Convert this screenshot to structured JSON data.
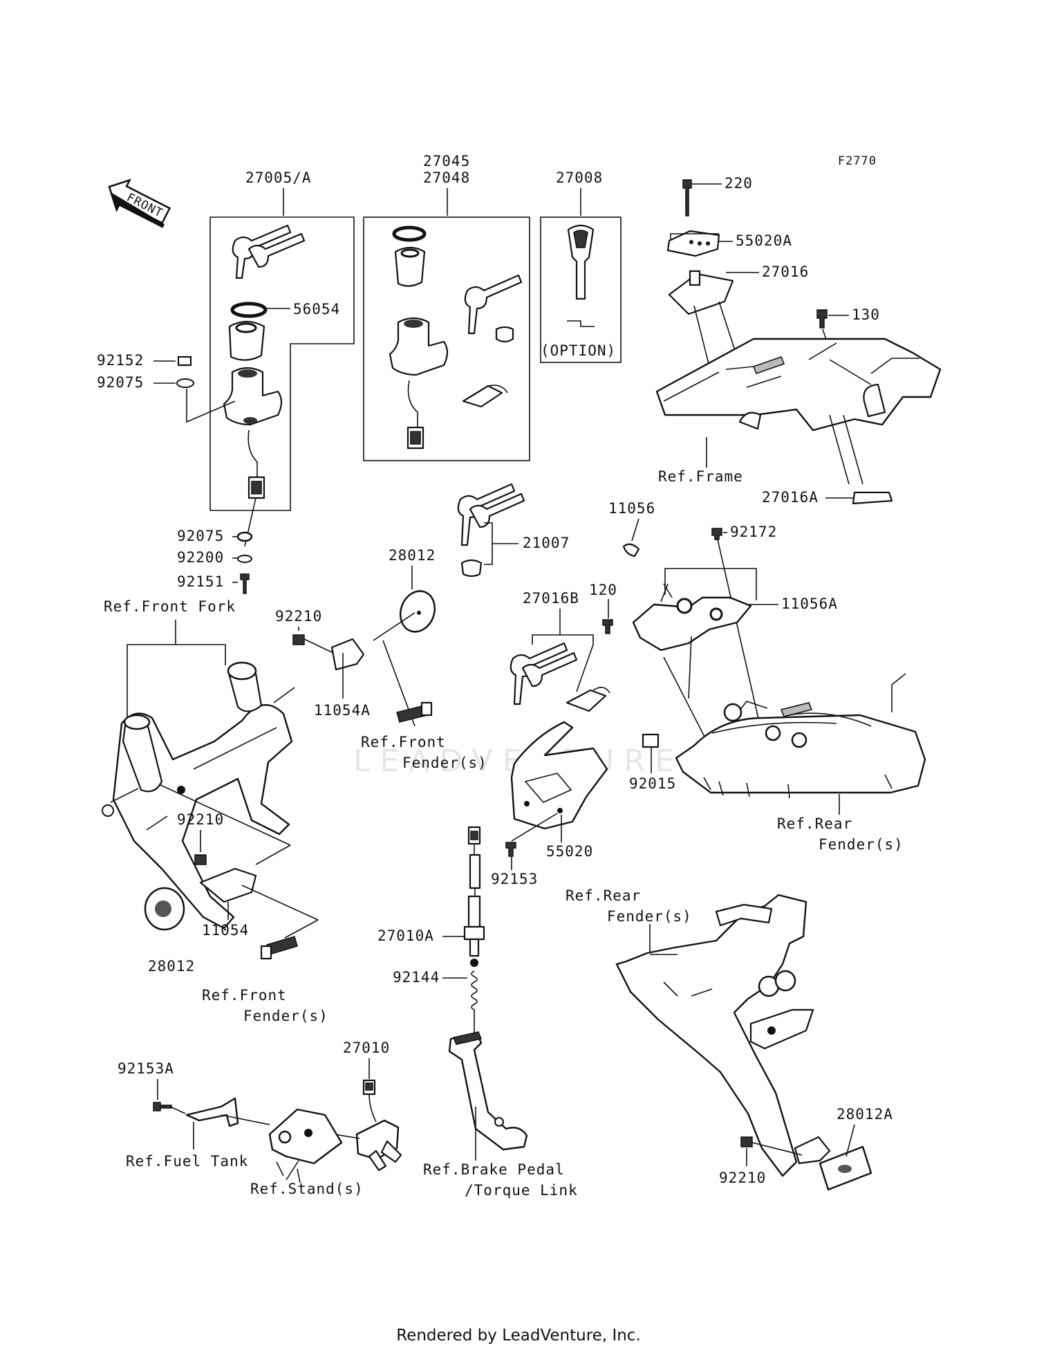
{
  "figure_code": "F2770",
  "orientation_arrow": "FRONT",
  "callouts": {
    "c27005A": "27005/A",
    "c27045": "27045",
    "c27048": "27048",
    "c27008": "27008",
    "c220": "220",
    "c55020A": "55020A",
    "c27016": "27016",
    "c130": "130",
    "c56054": "56054",
    "c92152": "92152",
    "c92075a": "92075",
    "c92075b": "92075",
    "c92200": "92200",
    "c92151": "92151",
    "cOption": "(OPTION)",
    "c21007": "21007",
    "c11056": "11056",
    "c92172": "92172",
    "c27016A": "27016A",
    "c28012a": "28012",
    "c92210a": "92210",
    "c11054A": "11054A",
    "c120": "120",
    "c27016B": "27016B",
    "c11056A": "11056A",
    "c92015": "92015",
    "c55020": "55020",
    "c92210b": "92210",
    "c11054": "11054",
    "c28012b": "28012",
    "c92153": "92153",
    "c27010A": "27010A",
    "c92144": "92144",
    "c27010": "27010",
    "c92153A": "92153A",
    "c28012A": "28012A",
    "c92210c": "92210"
  },
  "references": {
    "frame": "Ref.Frame",
    "front_fork": "Ref.Front Fork",
    "front_fender_1a": "Ref.Front",
    "front_fender_1b": "Fender(s)",
    "front_fender_2a": "Ref.Front",
    "front_fender_2b": "Fender(s)",
    "rear_fender_1a": "Ref.Rear",
    "rear_fender_1b": "Fender(s)",
    "rear_fender_2a": "Ref.Rear",
    "rear_fender_2b": "Fender(s)",
    "fuel_tank": "Ref.Fuel Tank",
    "stand": "Ref.Stand(s)",
    "brake_pedal_a": "Ref.Brake Pedal",
    "brake_pedal_b": "/Torque Link"
  },
  "watermark": "LEADVENTURE",
  "footer": "Rendered by LeadVenture, Inc."
}
